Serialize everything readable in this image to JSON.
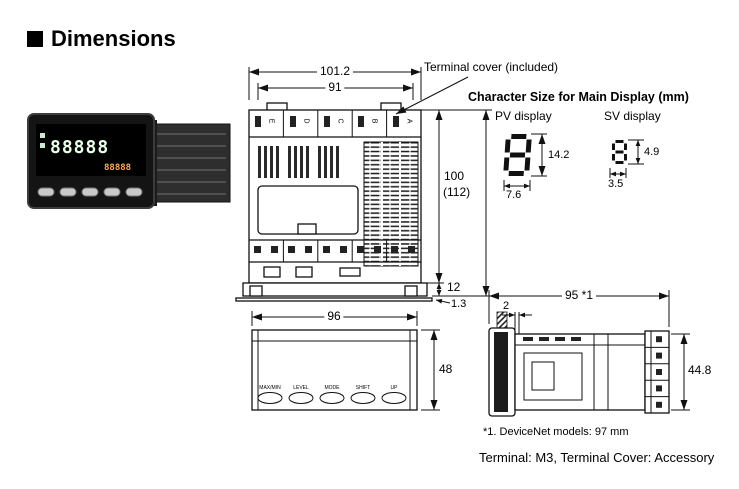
{
  "page": {
    "title": "Dimensions"
  },
  "product_image": {
    "main_display": "88888",
    "sub_display": "88888",
    "main_display_color": "#e9ffe9",
    "sub_display_color": "#ffa94d"
  },
  "front_view": {
    "terminal_cover_note": "Terminal cover (included)",
    "dim_width_outer": "101.2",
    "dim_width_inner": "91",
    "dim_height": "100",
    "dim_height_total": "(112)",
    "dim_base": "12",
    "dim_plate": "1.3",
    "terminal_labels": [
      "E",
      "D",
      "C",
      "B",
      "A"
    ]
  },
  "char_size": {
    "title": "Character Size for Main Display (mm)",
    "pv_label": "PV display",
    "sv_label": "SV display",
    "pv_height": "14.2",
    "pv_width": "7.6",
    "sv_height": "4.9",
    "sv_width": "3.5"
  },
  "bottom_view": {
    "dim_width": "96",
    "dim_height": "48",
    "buttons": [
      "MAX/MIN",
      "LEVEL",
      "MODE",
      "SHIFT",
      "UP"
    ]
  },
  "side_view": {
    "dim_depth": "95 *1",
    "dim_gap": "2",
    "dim_height": "44.8"
  },
  "notes": {
    "footnote": "*1. DeviceNet models: 97 mm",
    "terminal": "Terminal: M3, Terminal Cover: Accessory"
  }
}
